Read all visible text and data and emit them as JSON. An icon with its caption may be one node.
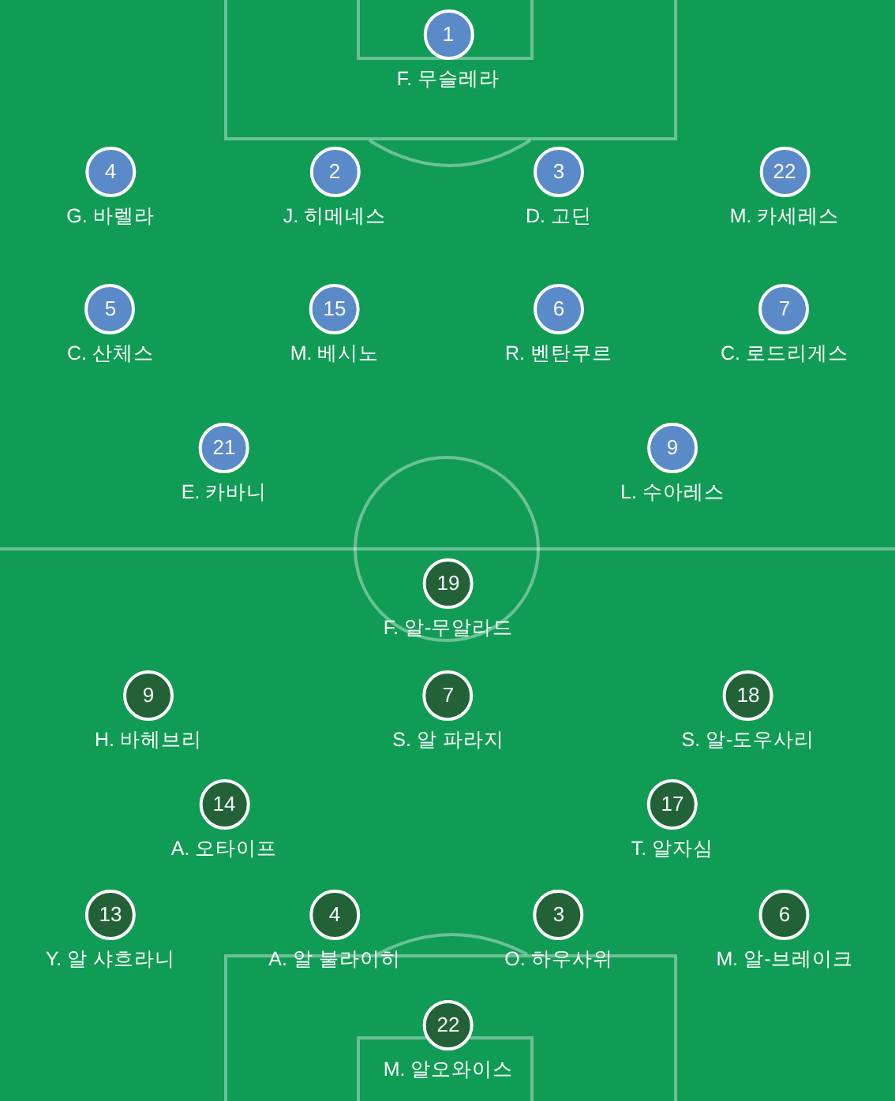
{
  "diagram": {
    "nodes": [
      {
        "text": [
          "1"
        ],
        "beside": [
          "F. 무슬레라"
        ]
      },
      {
        "text": [
          "4"
        ],
        "beside": [
          "G. 바렐라"
        ]
      },
      {
        "text": [
          "2"
        ],
        "beside": [
          "J. 히메네스"
        ]
      },
      {
        "text": [
          "3"
        ],
        "beside": [
          "D. 고딘"
        ]
      },
      {
        "text": [
          "22"
        ],
        "beside": [
          "M. 카세레스"
        ]
      },
      {
        "text": [
          "5"
        ],
        "beside": [
          "C. 산체스"
        ]
      },
      {
        "text": [
          "15"
        ],
        "beside": [
          "M. 베시노"
        ]
      },
      {
        "text": [
          "6"
        ],
        "beside": [
          "R. 벤탄쿠르"
        ]
      },
      {
        "text": [
          "7"
        ],
        "beside": [
          "C. 로드리게스"
        ]
      },
      {
        "text": [
          "21"
        ],
        "beside": [
          "E. 카바니"
        ]
      },
      {
        "text": [
          "9"
        ],
        "beside": [
          "L. 수아레스"
        ]
      },
      {
        "text": [
          "19"
        ],
        "beside": [
          "F. 알-무알라드"
        ]
      },
      {
        "text": [
          "9"
        ],
        "beside": [
          "H. 바헤브리"
        ]
      },
      {
        "text": [
          "7"
        ],
        "beside": [
          "S. 알 파라지"
        ]
      },
      {
        "text": [
          "18"
        ],
        "beside": [
          "S. 알-도우사리"
        ]
      },
      {
        "text": [
          "14"
        ],
        "beside": [
          "A. 오타이프"
        ]
      },
      {
        "text": [
          "17"
        ],
        "beside": [
          "T. 알자심"
        ]
      },
      {
        "text": [
          "13"
        ],
        "beside": [
          "Y. 알 샤흐라니"
        ]
      },
      {
        "text": [
          "4"
        ],
        "beside": [
          "A. 알 불라이히"
        ]
      },
      {
        "text": [
          "3"
        ],
        "beside": [
          "O. 하우사위"
        ]
      },
      {
        "text": [
          "6"
        ],
        "beside": [
          "M. 알-브레이크"
        ]
      },
      {
        "text": [
          "22"
        ],
        "beside": [
          "M. 알오와이스"
        ]
      }
    ]
  }
}
